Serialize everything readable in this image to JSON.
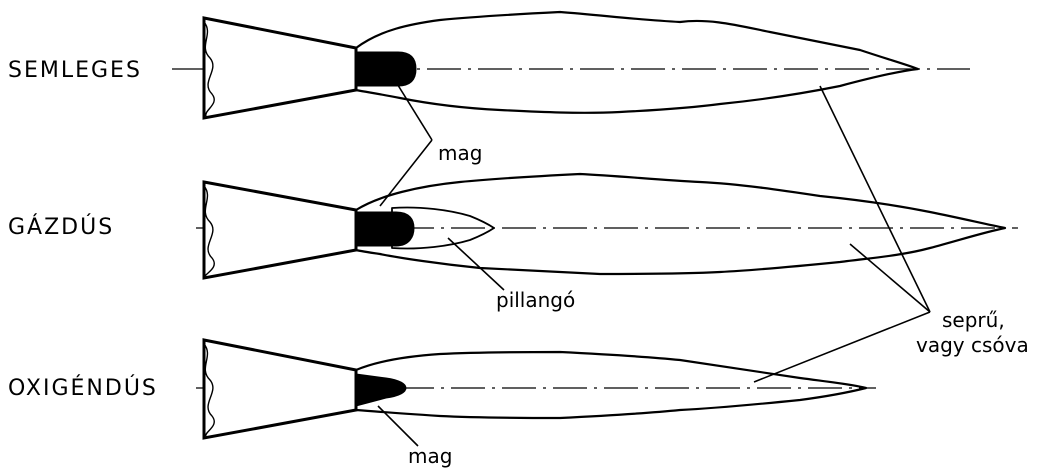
{
  "flames": [
    {
      "label": "SEMLEGES"
    },
    {
      "label": "GÁZDÚS"
    },
    {
      "label": "OXIGÉNDÚS"
    }
  ],
  "callouts": {
    "core_top": "mag",
    "feather": "pillangó",
    "plume_line1": "seprű,",
    "plume_line2": "vagy csóva",
    "core_bottom": "mag"
  }
}
